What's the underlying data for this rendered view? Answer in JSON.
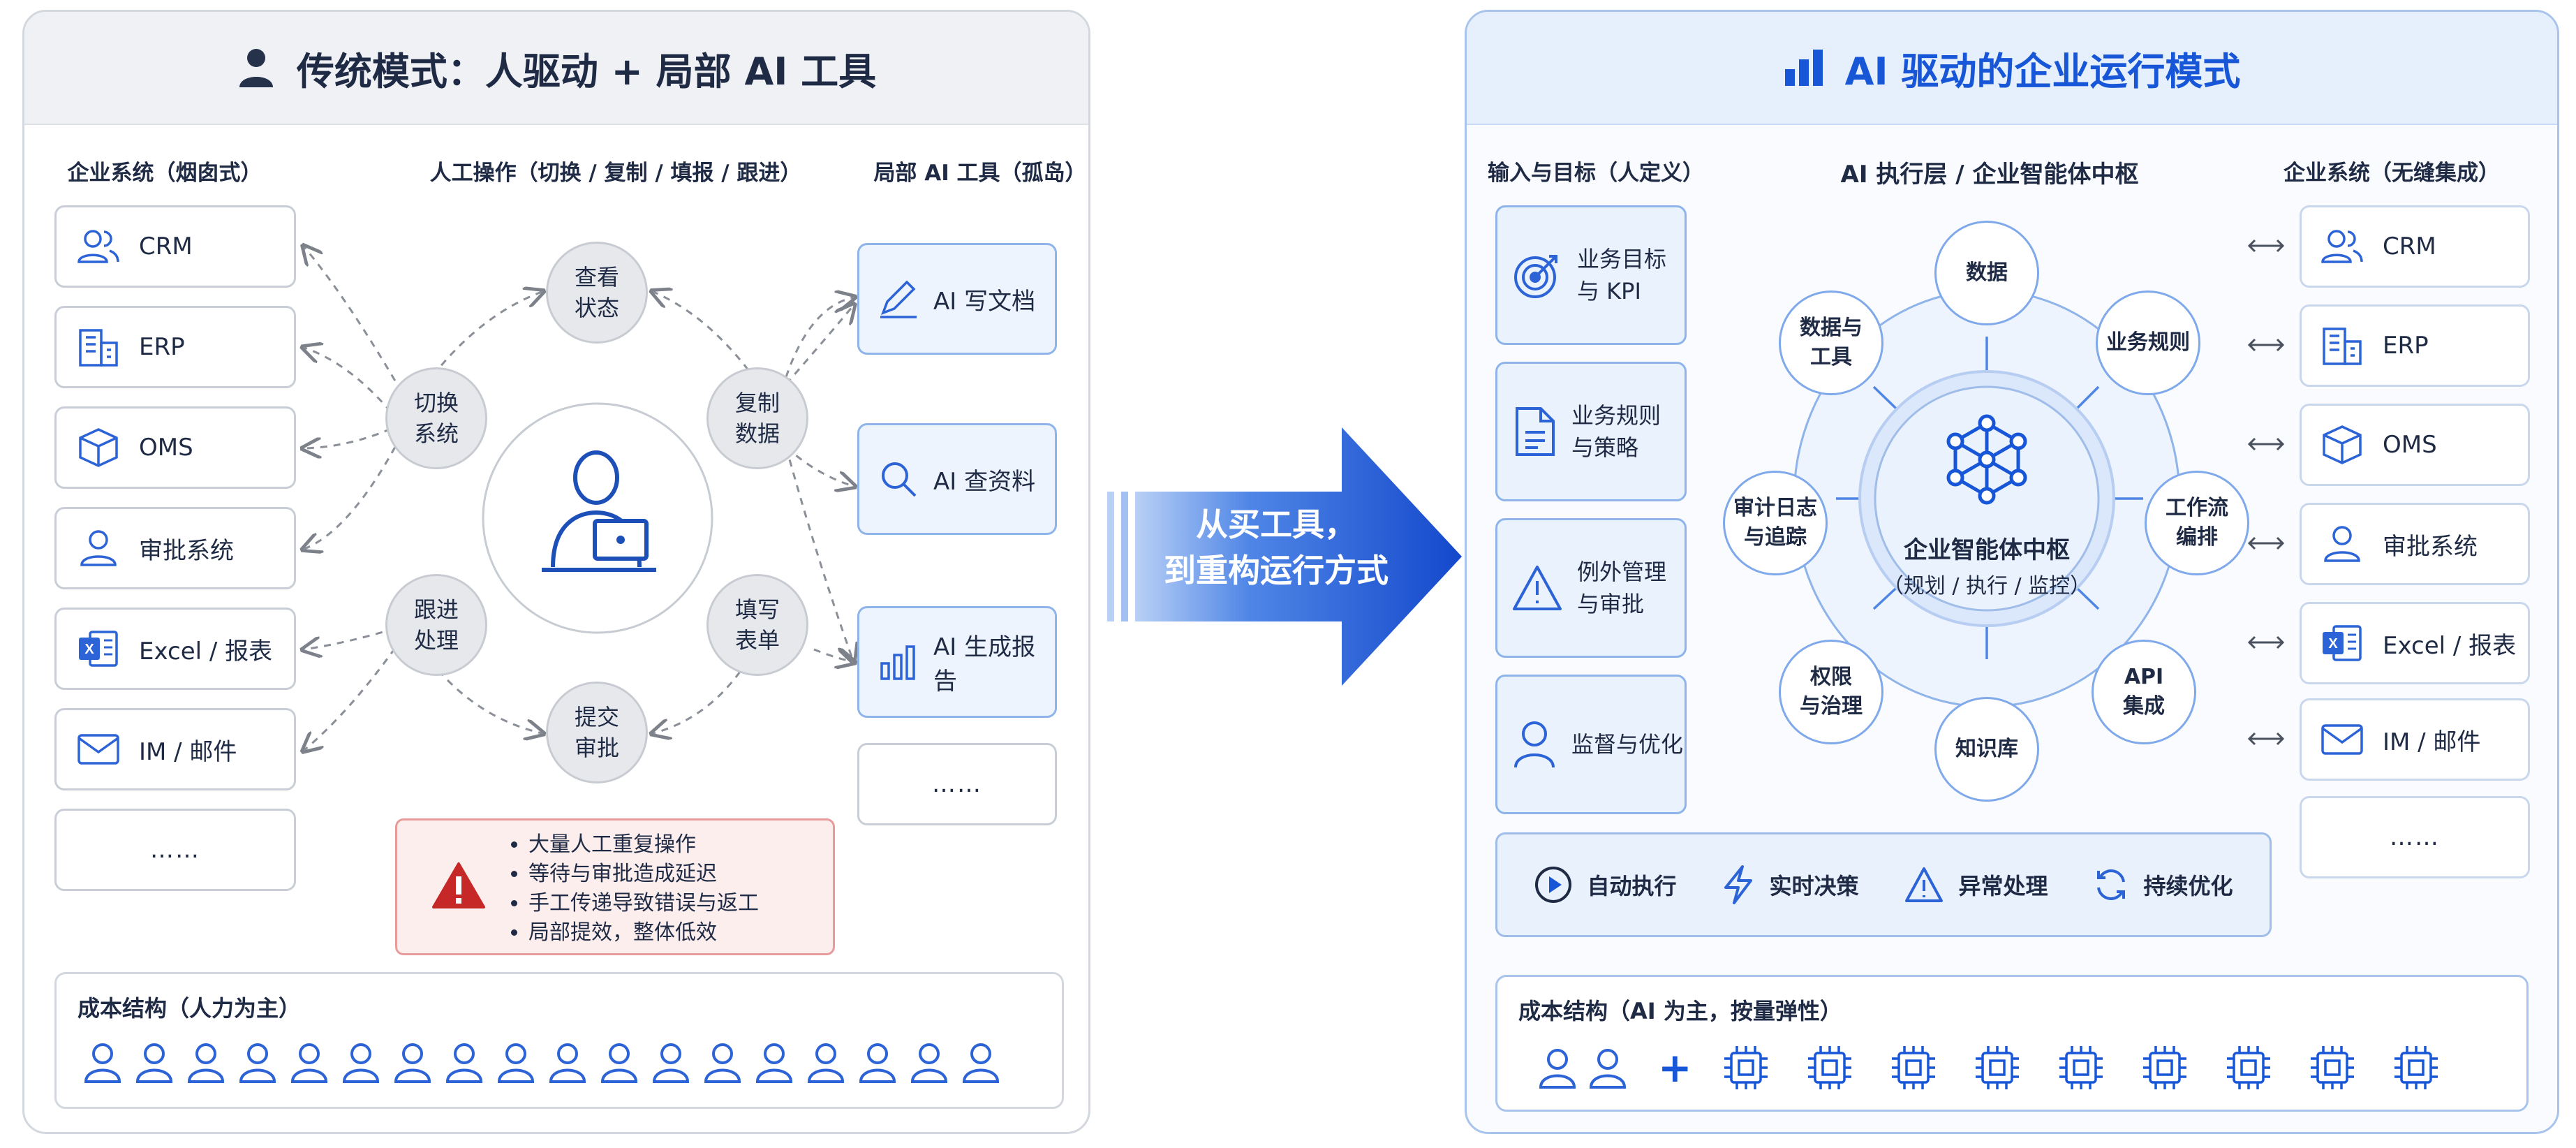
{
  "left": {
    "title": "传统模式：人驱动 + 局部 AI 工具",
    "col_systems": "企业系统（烟囱式）",
    "col_manual": "人工操作（切换 / 复制 / 填报 / 跟进）",
    "col_tools": "局部 AI 工具（孤岛）",
    "systems": [
      "CRM",
      "ERP",
      "OMS",
      "审批系统",
      "Excel / 报表",
      "IM / 邮件",
      "……"
    ],
    "ops": {
      "view_status": "查看\n状态",
      "switch_system": "切换\n系统",
      "copy_data": "复制\n数据",
      "follow_up": "跟进\n处理",
      "fill_form": "填写\n表单",
      "submit_approval": "提交\n审批"
    },
    "tools": [
      "AI 写文档",
      "AI 查资料",
      "AI 生成报告",
      "……"
    ],
    "problems": [
      "大量人工重复操作",
      "等待与审批造成延迟",
      "手工传递导致错误与返工",
      "局部提效，整体低效"
    ],
    "cost_title": "成本结构（人力为主）",
    "cost_person_count": 18
  },
  "arrow": {
    "line1": "从买工具，",
    "line2": "到重构运行方式"
  },
  "right": {
    "title": "AI 驱动的企业运行模式",
    "col_inputs": "输入与目标（人定义）",
    "col_ai": "AI 执行层 / 企业智能体中枢",
    "col_systems": "企业系统（无缝集成）",
    "inputs": [
      "业务目标\n与 KPI",
      "业务规则\n与策略",
      "例外管理\n与审批",
      "监督与优化"
    ],
    "hub_title": "企业智能体中枢",
    "hub_sub": "（规划 / 执行 / 监控）",
    "nodes": {
      "data": "数据",
      "rules": "业务规则",
      "workflow": "工作流\n编排",
      "api": "API\n集成",
      "knowledge": "知识库",
      "permission": "权限\n与治理",
      "audit": "审计日志\n与追踪",
      "tools": "数据与\n工具"
    },
    "systems": [
      "CRM",
      "ERP",
      "OMS",
      "审批系统",
      "Excel / 报表",
      "IM / 邮件",
      "……"
    ],
    "features": [
      "自动执行",
      "实时决策",
      "异常处理",
      "持续优化"
    ],
    "cost_title": "成本结构（AI 为主，按量弹性）",
    "cost_person_count": 2,
    "cost_plus": "+",
    "cost_chip_count": 9
  },
  "colors": {
    "primary_blue": "#1756d6",
    "light_blue": "#eaf2fd",
    "warning_red": "#c62828",
    "gray_node": "#e6e8ec"
  }
}
